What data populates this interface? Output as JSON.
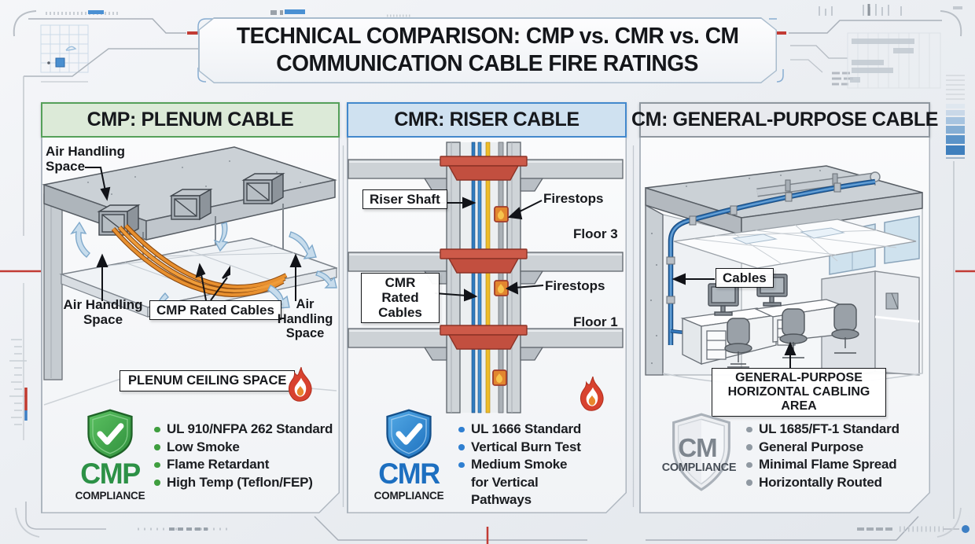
{
  "title": {
    "line1": "TECHNICAL COMPARISON: CMP vs. CMR vs. CM",
    "line2": "COMMUNICATION CABLE FIRE RATINGS"
  },
  "panels": [
    {
      "id": "cmp",
      "header": "CMP: PLENUM CABLE",
      "accent_color": "#2f9247",
      "diagram": {
        "air_handling_top": "Air Handling Space",
        "air_handling_left": "Air Handling Space",
        "air_handling_right": "Air Handling Space",
        "cables_label": "CMP Rated Cables",
        "area_label": "PLENUM CEILING SPACE"
      },
      "badge": {
        "acronym": "CMP",
        "caption": "COMPLIANCE"
      },
      "bullets": [
        "UL 910/NFPA 262 Standard",
        "Low Smoke",
        "Flame Retardant",
        "High Temp (Teflon/FEP)"
      ]
    },
    {
      "id": "cmr",
      "header": "CMR: RISER CABLE",
      "accent_color": "#1d6fc0",
      "diagram": {
        "shaft_label": "Riser Shaft",
        "cables_label": "CMR Rated Cables",
        "firestops_top": "Firestops",
        "firestops_mid": "Firestops",
        "floor_3": "Floor 3",
        "floor_1": "Floor 1"
      },
      "badge": {
        "acronym": "CMR",
        "caption": "COMPLIANCE"
      },
      "bullets": [
        "UL 1666 Standard",
        "Vertical Burn Test",
        "Medium Smoke for Vertical Pathways"
      ]
    },
    {
      "id": "cm",
      "header": "CM: GENERAL-PURPOSE CABLE",
      "accent_color": "#7d858e",
      "diagram": {
        "cables_label": "Cables",
        "area_label_line1": "GENERAL-PURPOSE",
        "area_label_line2": "HORIZONTAL CABLING AREA"
      },
      "badge": {
        "acronym": "CM",
        "caption": "COMPLIANCE"
      },
      "bullets": [
        "UL 1685/FT-1 Standard",
        "General Purpose",
        "Minimal Flame Spread",
        "Horizontally Routed"
      ]
    }
  ]
}
